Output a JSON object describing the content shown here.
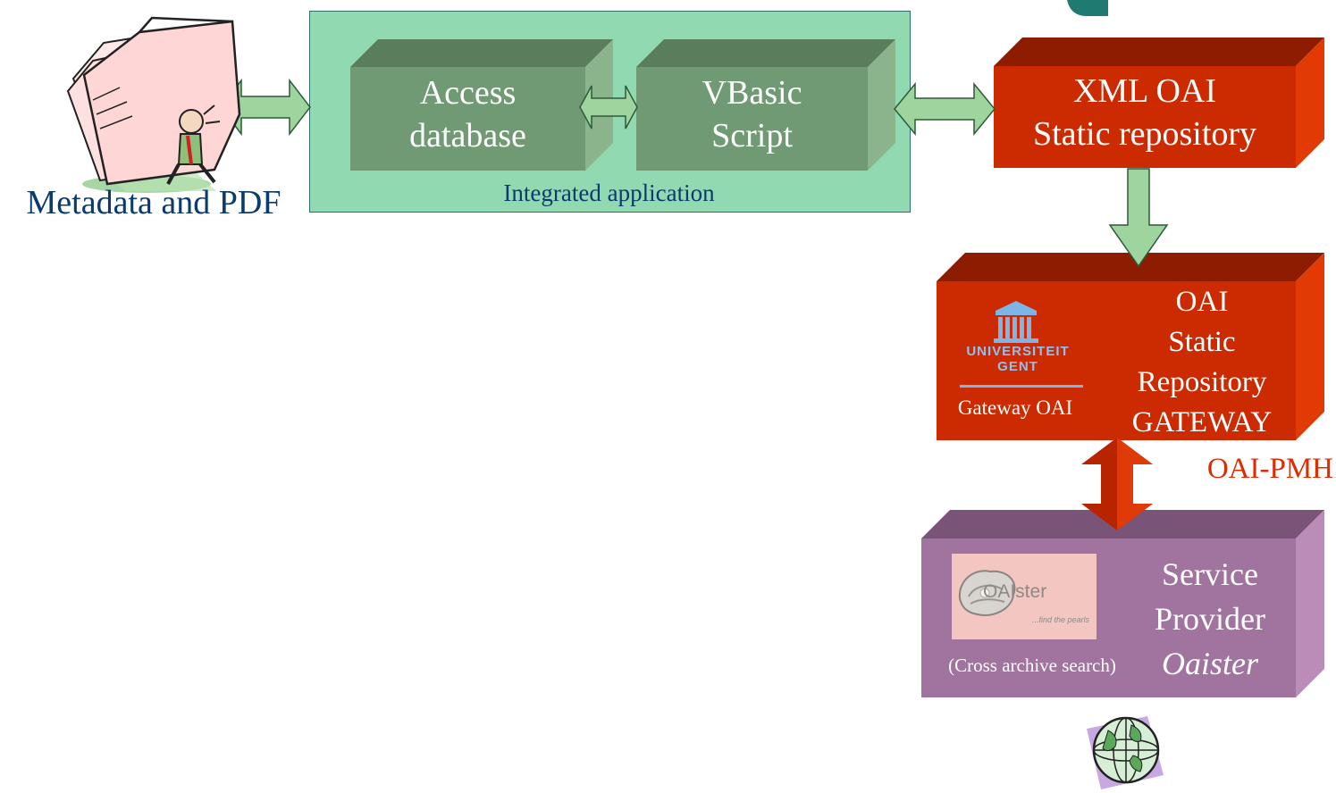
{
  "source": {
    "caption": "Metadata and PDF"
  },
  "integrated_app": {
    "caption": "Integrated application",
    "access_db": {
      "line1": "Access",
      "line2": "database"
    },
    "vbasic": {
      "line1": "VBasic",
      "line2": "Script"
    }
  },
  "xml_repo": {
    "line1": "XML OAI",
    "line2": "Static repository"
  },
  "gateway": {
    "line1": "OAI",
    "line2": "Static",
    "line3": "Repository",
    "line4": "GATEWAY",
    "logo_text_1": "UNIVERSITEIT",
    "logo_text_2": "GENT",
    "logo_caption": "Gateway OAI"
  },
  "protocol": {
    "label": "OAI-PMH"
  },
  "service_provider": {
    "line1": "Service",
    "line2": "Provider",
    "name": "Oaister",
    "logo_text": "OAIster",
    "logo_tagline": "...find the pearls",
    "caption": "(Cross archive search)"
  },
  "colors": {
    "integrated_bg": "#91d9b1",
    "module_front": "#6f9a73",
    "module_top": "#5a7d5c",
    "module_side": "#8bb48c",
    "red_front": "#cc2a00",
    "red_top": "#8e1c00",
    "red_side": "#e23a05",
    "purple_front": "#a0749f",
    "purple_top": "#7a5478",
    "purple_side": "#bb8cb8",
    "arrow_fill": "#9ed59f",
    "arrow_stroke": "#2d5a3a",
    "protocol_text": "#e02a00",
    "caption_text": "#0b3a6e"
  },
  "icons": [
    "folder-clipart-icon",
    "university-building-icon",
    "oyster-logo-icon",
    "globe-icon"
  ]
}
